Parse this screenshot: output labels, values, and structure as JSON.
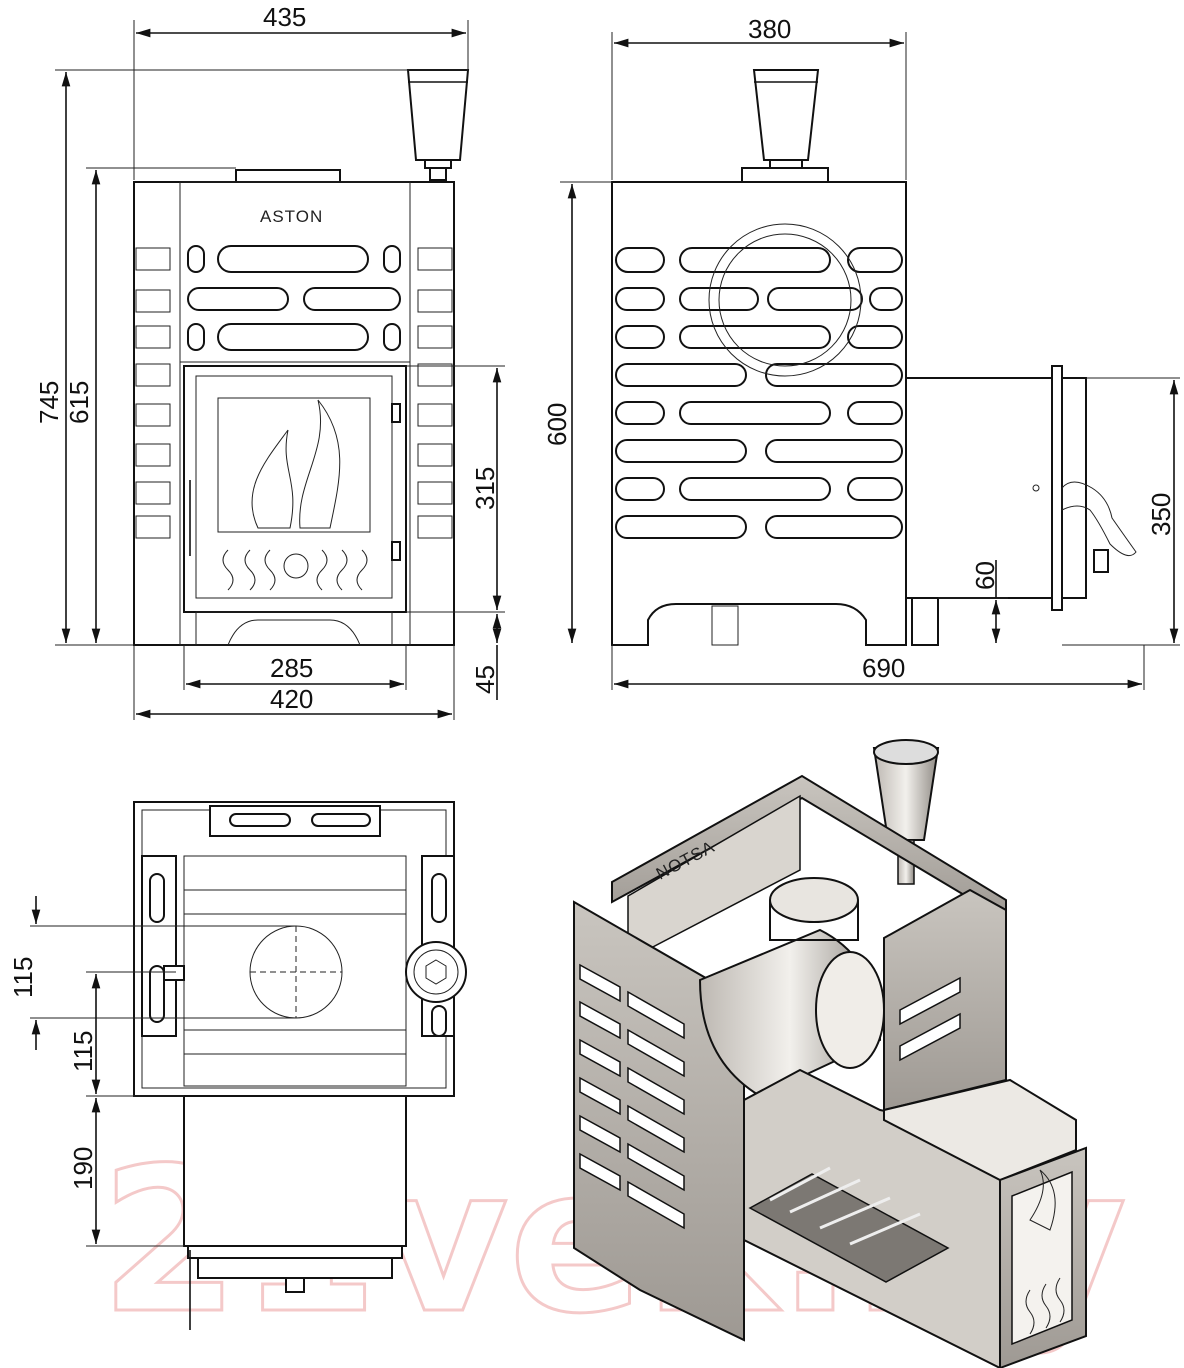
{
  "brand": "ASTON",
  "watermark": "21vek.by",
  "front_view": {
    "width_total": "435",
    "height_total": "745",
    "height_body": "615",
    "door_height": "315",
    "bottom_inner_width": "285",
    "bottom_width": "420",
    "leg_height": "45"
  },
  "side_view": {
    "width_body": "380",
    "height_body": "600",
    "tunnel_height": "350",
    "tunnel_offset": "60",
    "depth_total": "690"
  },
  "top_view": {
    "offset_a": "115",
    "offset_b": "115",
    "tunnel_depth": "190"
  }
}
